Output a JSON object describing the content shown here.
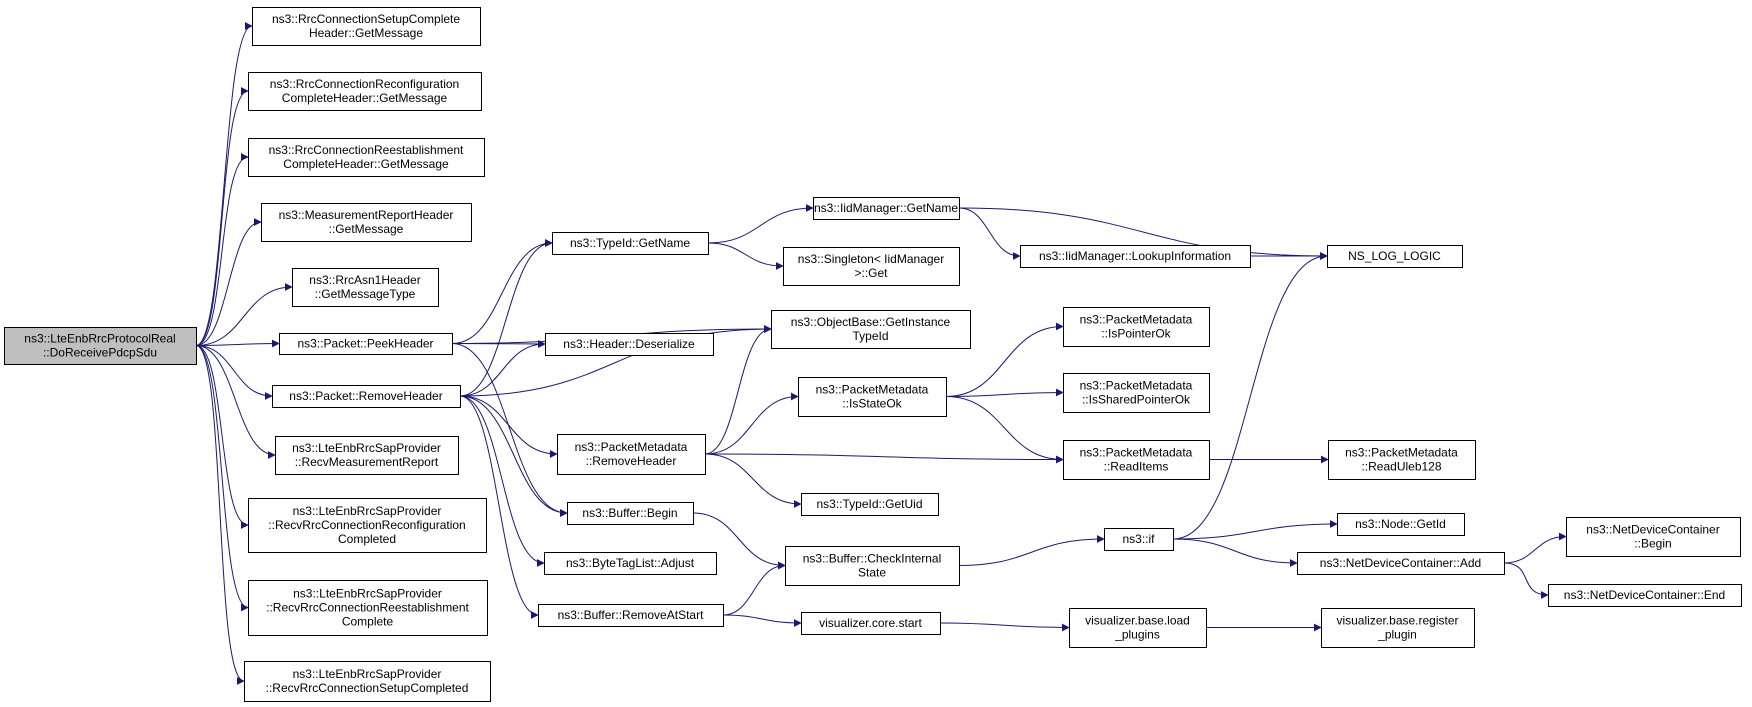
{
  "colors": {
    "edge": "#191970",
    "node_fill": "#ffffff",
    "root_fill": "#bfbfbf",
    "node_border": "#000000"
  },
  "nodes": [
    {
      "id": "root",
      "label": [
        "ns3::LteEnbRrcProtocolReal",
        "::DoReceivePdcpSdu"
      ],
      "root": true
    },
    {
      "id": "n1",
      "label": [
        "ns3::RrcConnectionSetupComplete",
        "Header::GetMessage"
      ]
    },
    {
      "id": "n2",
      "label": [
        "ns3::RrcConnectionReconfiguration",
        "CompleteHeader::GetMessage"
      ]
    },
    {
      "id": "n3",
      "label": [
        "ns3::RrcConnectionReestablishment",
        "CompleteHeader::GetMessage"
      ]
    },
    {
      "id": "n4",
      "label": [
        "ns3::MeasurementReportHeader",
        "::GetMessage"
      ]
    },
    {
      "id": "n5",
      "label": [
        "ns3::RrcAsn1Header",
        "::GetMessageType"
      ]
    },
    {
      "id": "n6",
      "label": [
        "ns3::Packet::PeekHeader"
      ]
    },
    {
      "id": "n7",
      "label": [
        "ns3::Packet::RemoveHeader"
      ]
    },
    {
      "id": "n8",
      "label": [
        "ns3::LteEnbRrcSapProvider",
        "::RecvMeasurementReport"
      ]
    },
    {
      "id": "n9",
      "label": [
        "ns3::LteEnbRrcSapProvider",
        "::RecvRrcConnectionReconfiguration",
        "Completed"
      ]
    },
    {
      "id": "n10",
      "label": [
        "ns3::LteEnbRrcSapProvider",
        "::RecvRrcConnectionReestablishment",
        "Complete"
      ]
    },
    {
      "id": "n11",
      "label": [
        "ns3::LteEnbRrcSapProvider",
        "::RecvRrcConnectionSetupCompleted"
      ]
    },
    {
      "id": "n12",
      "label": [
        "ns3::TypeId::GetName"
      ]
    },
    {
      "id": "n13",
      "label": [
        "ns3::Header::Deserialize"
      ]
    },
    {
      "id": "n14",
      "label": [
        "ns3::PacketMetadata",
        "::RemoveHeader"
      ]
    },
    {
      "id": "n15",
      "label": [
        "ns3::Buffer::Begin"
      ]
    },
    {
      "id": "n16",
      "label": [
        "ns3::ByteTagList::Adjust"
      ]
    },
    {
      "id": "n17",
      "label": [
        "ns3::Buffer::RemoveAtStart"
      ]
    },
    {
      "id": "n18",
      "label": [
        "ns3::IidManager::GetName"
      ]
    },
    {
      "id": "n19",
      "label": [
        "ns3::Singleton< IidManager",
        ">::Get"
      ]
    },
    {
      "id": "n20",
      "label": [
        "ns3::ObjectBase::GetInstance",
        "TypeId"
      ]
    },
    {
      "id": "n21",
      "label": [
        "ns3::PacketMetadata",
        "::IsStateOk"
      ]
    },
    {
      "id": "n22",
      "label": [
        "ns3::TypeId::GetUid"
      ]
    },
    {
      "id": "n23",
      "label": [
        "ns3::Buffer::CheckInternal",
        "State"
      ]
    },
    {
      "id": "n24",
      "label": [
        "visualizer.core.start"
      ]
    },
    {
      "id": "n25",
      "label": [
        "ns3::IidManager::LookupInformation"
      ]
    },
    {
      "id": "n26",
      "label": [
        "NS_LOG_LOGIC"
      ]
    },
    {
      "id": "n27",
      "label": [
        "ns3::PacketMetadata",
        "::IsPointerOk"
      ]
    },
    {
      "id": "n28",
      "label": [
        "ns3::PacketMetadata",
        "::IsSharedPointerOk"
      ]
    },
    {
      "id": "n29",
      "label": [
        "ns3::PacketMetadata",
        "::ReadItems"
      ]
    },
    {
      "id": "n30",
      "label": [
        "ns3::if"
      ]
    },
    {
      "id": "n31",
      "label": [
        "visualizer.base.load",
        "_plugins"
      ]
    },
    {
      "id": "n32",
      "label": [
        "ns3::PacketMetadata",
        "::ReadUleb128"
      ]
    },
    {
      "id": "n33",
      "label": [
        "ns3::Node::GetId"
      ]
    },
    {
      "id": "n34",
      "label": [
        "ns3::NetDeviceContainer::Add"
      ]
    },
    {
      "id": "n35",
      "label": [
        "visualizer.base.register",
        "_plugin"
      ]
    },
    {
      "id": "n36",
      "label": [
        "ns3::NetDeviceContainer",
        "::Begin"
      ]
    },
    {
      "id": "n37",
      "label": [
        "ns3::NetDeviceContainer::End"
      ]
    }
  ],
  "edges": [
    [
      "root",
      "n1"
    ],
    [
      "root",
      "n2"
    ],
    [
      "root",
      "n3"
    ],
    [
      "root",
      "n4"
    ],
    [
      "root",
      "n5"
    ],
    [
      "root",
      "n6"
    ],
    [
      "root",
      "n7"
    ],
    [
      "root",
      "n8"
    ],
    [
      "root",
      "n9"
    ],
    [
      "root",
      "n10"
    ],
    [
      "root",
      "n11"
    ],
    [
      "n6",
      "n12"
    ],
    [
      "n6",
      "n20"
    ],
    [
      "n6",
      "n13"
    ],
    [
      "n6",
      "n15"
    ],
    [
      "n7",
      "n12"
    ],
    [
      "n7",
      "n13"
    ],
    [
      "n7",
      "n20"
    ],
    [
      "n7",
      "n14"
    ],
    [
      "n7",
      "n15"
    ],
    [
      "n7",
      "n16"
    ],
    [
      "n7",
      "n17"
    ],
    [
      "n12",
      "n18"
    ],
    [
      "n12",
      "n19"
    ],
    [
      "n18",
      "n25"
    ],
    [
      "n18",
      "n26"
    ],
    [
      "n25",
      "n26"
    ],
    [
      "n14",
      "n20"
    ],
    [
      "n14",
      "n21"
    ],
    [
      "n14",
      "n29"
    ],
    [
      "n14",
      "n22"
    ],
    [
      "n21",
      "n27"
    ],
    [
      "n21",
      "n28"
    ],
    [
      "n21",
      "n29"
    ],
    [
      "n29",
      "n32"
    ],
    [
      "n15",
      "n23"
    ],
    [
      "n17",
      "n23"
    ],
    [
      "n17",
      "n24"
    ],
    [
      "n23",
      "n30"
    ],
    [
      "n30",
      "n26"
    ],
    [
      "n30",
      "n33"
    ],
    [
      "n30",
      "n34"
    ],
    [
      "n34",
      "n36"
    ],
    [
      "n34",
      "n37"
    ],
    [
      "n24",
      "n31"
    ],
    [
      "n31",
      "n35"
    ]
  ]
}
